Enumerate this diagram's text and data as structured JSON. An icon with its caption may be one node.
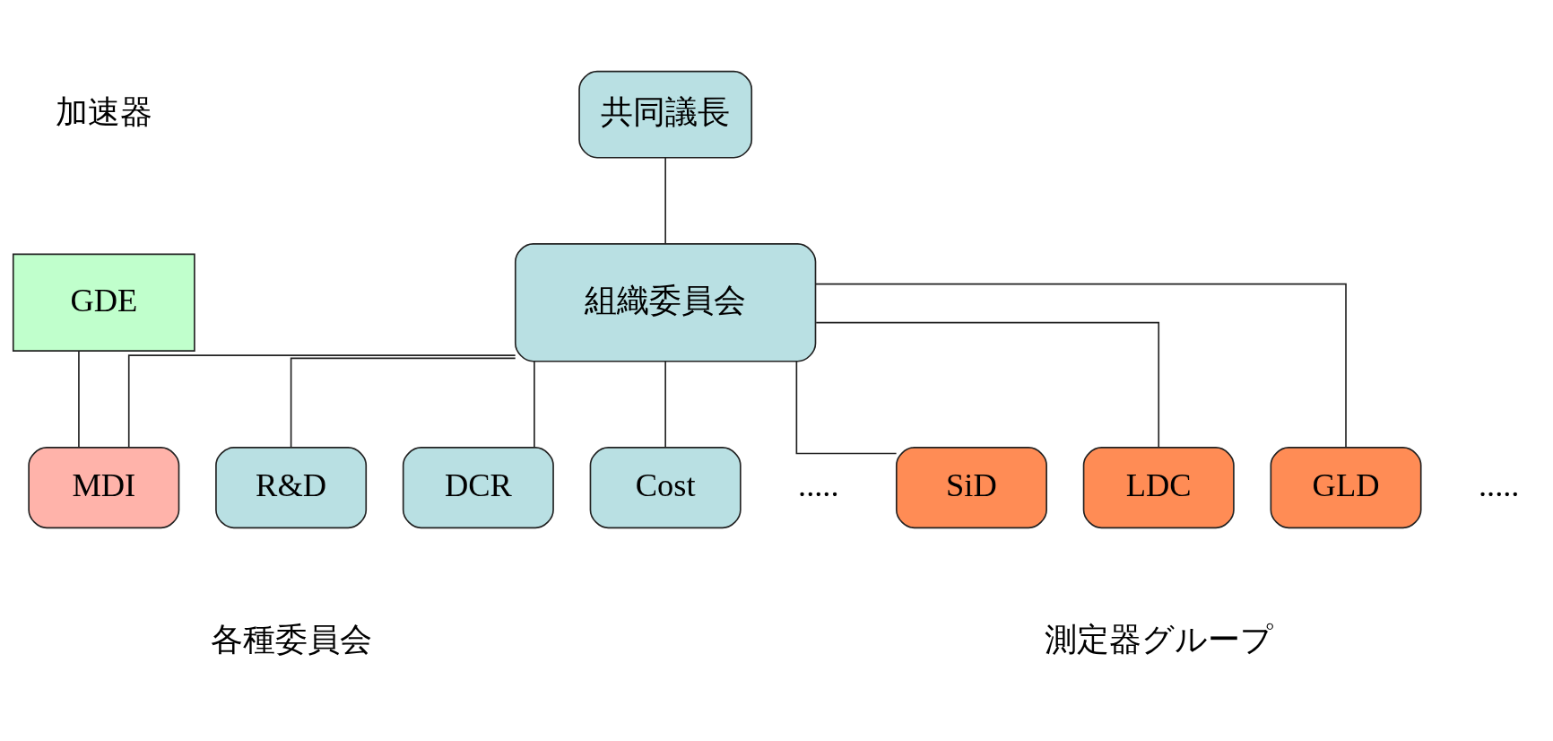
{
  "diagram": {
    "nodes": [
      {
        "text": [
          "共同議長"
        ]
      },
      {
        "text": [
          "組織委員会"
        ]
      },
      {
        "text": [
          "GDE"
        ]
      },
      {
        "text": [
          "MDI"
        ]
      },
      {
        "text": [
          "R&D"
        ]
      },
      {
        "text": [
          "DCR"
        ]
      },
      {
        "text": [
          "Cost"
        ]
      },
      {
        "text": [
          "SiD"
        ]
      },
      {
        "text": [
          "LDC"
        ]
      },
      {
        "text": [
          "GLD"
        ]
      }
    ],
    "edges": [
      {
        "from": 0,
        "to": 1,
        "arrow": "none"
      },
      {
        "from": 1,
        "to": 3,
        "arrow": "none"
      },
      {
        "from": 1,
        "to": 4,
        "arrow": "none"
      },
      {
        "from": 1,
        "to": 5,
        "arrow": "none"
      },
      {
        "from": 1,
        "to": 6,
        "arrow": "none"
      },
      {
        "from": 1,
        "to": 7,
        "arrow": "none"
      },
      {
        "from": 1,
        "to": 8,
        "arrow": "none"
      },
      {
        "from": 1,
        "to": 9,
        "arrow": "none"
      },
      {
        "from": 2,
        "to": 3,
        "arrow": "none"
      }
    ],
    "labels": [
      "加速器",
      ".....",
      ".....",
      "各種委員会",
      "測定器グループ"
    ]
  }
}
